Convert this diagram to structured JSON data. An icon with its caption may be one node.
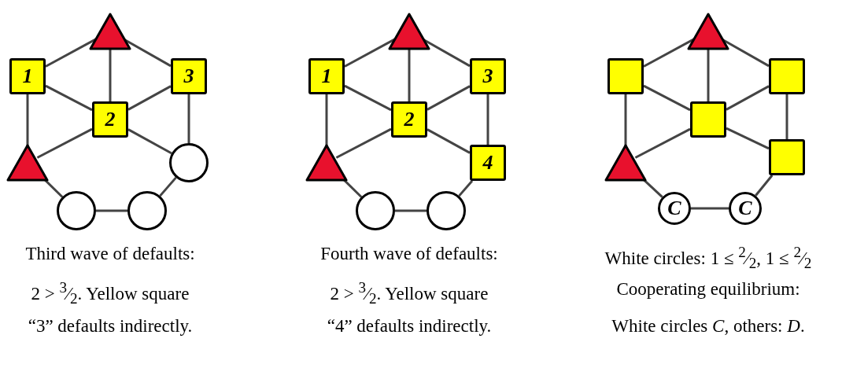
{
  "diagram": {
    "nodes": [
      {
        "text": [],
        "shape": "triangle"
      },
      {
        "text": [
          "1"
        ]
      },
      {
        "text": [
          "3"
        ]
      },
      {
        "text": [
          "2"
        ]
      },
      {
        "text": [],
        "shape": "triangle"
      },
      {
        "text": [],
        "shape": "circle"
      },
      {
        "text": [],
        "shape": "circle"
      },
      {
        "text": [],
        "shape": "circle"
      },
      {
        "text": [],
        "shape": "triangle"
      },
      {
        "text": [
          "1"
        ]
      },
      {
        "text": [
          "3"
        ]
      },
      {
        "text": [
          "2"
        ]
      },
      {
        "text": [],
        "shape": "triangle"
      },
      {
        "text": [
          "4"
        ]
      },
      {
        "text": [],
        "shape": "circle"
      },
      {
        "text": [],
        "shape": "circle"
      },
      {
        "text": [],
        "shape": "triangle"
      },
      {
        "text": [],
        "shape": "box"
      },
      {
        "text": [],
        "shape": "box"
      },
      {
        "text": [],
        "shape": "box"
      },
      {
        "text": [],
        "shape": "triangle"
      },
      {
        "text": [],
        "shape": "box"
      },
      {
        "text": [
          "C"
        ]
      },
      {
        "text": [
          "C"
        ]
      }
    ],
    "edges": [
      {
        "from": 0,
        "to": 1,
        "arrow": "none"
      },
      {
        "from": 0,
        "to": 2,
        "arrow": "none"
      },
      {
        "from": 0,
        "to": 3,
        "arrow": "none"
      },
      {
        "from": 1,
        "to": 3,
        "arrow": "none"
      },
      {
        "from": 3,
        "to": 2,
        "arrow": "none"
      },
      {
        "from": 1,
        "to": 4,
        "arrow": "none"
      },
      {
        "from": 3,
        "to": 4,
        "arrow": "none"
      },
      {
        "from": 3,
        "to": 5,
        "arrow": "none"
      },
      {
        "from": 2,
        "to": 5,
        "arrow": "none"
      },
      {
        "from": 4,
        "to": 6,
        "arrow": "none"
      },
      {
        "from": 6,
        "to": 7,
        "arrow": "none"
      },
      {
        "from": 7,
        "to": 5,
        "arrow": "none"
      },
      {
        "from": 8,
        "to": 9,
        "arrow": "none"
      },
      {
        "from": 8,
        "to": 10,
        "arrow": "none"
      },
      {
        "from": 8,
        "to": 11,
        "arrow": "none"
      },
      {
        "from": 9,
        "to": 11,
        "arrow": "none"
      },
      {
        "from": 11,
        "to": 10,
        "arrow": "none"
      },
      {
        "from": 9,
        "to": 12,
        "arrow": "none"
      },
      {
        "from": 11,
        "to": 12,
        "arrow": "none"
      },
      {
        "from": 11,
        "to": 13,
        "arrow": "none"
      },
      {
        "from": 10,
        "to": 13,
        "arrow": "none"
      },
      {
        "from": 12,
        "to": 14,
        "arrow": "none"
      },
      {
        "from": 14,
        "to": 15,
        "arrow": "none"
      },
      {
        "from": 15,
        "to": 13,
        "arrow": "none"
      },
      {
        "from": 16,
        "to": 17,
        "arrow": "none"
      },
      {
        "from": 16,
        "to": 18,
        "arrow": "none"
      },
      {
        "from": 16,
        "to": 19,
        "arrow": "none"
      },
      {
        "from": 17,
        "to": 19,
        "arrow": "none"
      },
      {
        "from": 19,
        "to": 18,
        "arrow": "none"
      },
      {
        "from": 17,
        "to": 20,
        "arrow": "none"
      },
      {
        "from": 19,
        "to": 20,
        "arrow": "none"
      },
      {
        "from": 19,
        "to": 21,
        "arrow": "none"
      },
      {
        "from": 18,
        "to": 21,
        "arrow": "none"
      },
      {
        "from": 20,
        "to": 22,
        "arrow": "none"
      },
      {
        "from": 22,
        "to": 23,
        "arrow": "none"
      },
      {
        "from": 23,
        "to": 21,
        "arrow": "none"
      }
    ],
    "labels": [
      "Third wave of defaults:",
      "Fourth wave of defaults:",
      "White circles: 1 ≤ $^{2}$⁄$_{2}$, 1 ≤ $^{2}$⁄$_{2}$",
      "2 > $^{3}$⁄$_{2}$. Yellow square",
      "2 > $^{3}$⁄$_{2}$. Yellow square",
      "Cooperating equilibrium:",
      "“3” defaults indirectly.",
      "“4” defaults indirectly.",
      "White circles *C*, others: *D*."
    ]
  }
}
